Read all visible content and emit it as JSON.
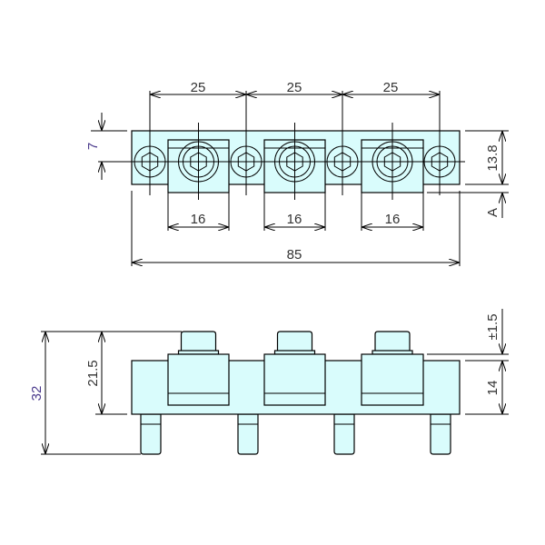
{
  "top_view": {
    "pitch_labels": [
      "25",
      "25",
      "25"
    ],
    "block_width_labels": [
      "16",
      "16",
      "16"
    ],
    "overall_length_label": "85",
    "center_offset_label": "7",
    "height_label": "13.8",
    "offset_label": "A"
  },
  "front_view": {
    "total_height_label": "32",
    "upper_height_label": "21.5",
    "tolerance_label": "±1.5",
    "body_height_label": "14"
  },
  "colors": {
    "fill": "#d9fcfc",
    "line": "#000000",
    "text": "#333333",
    "accent_text": "#4a3a8c"
  }
}
